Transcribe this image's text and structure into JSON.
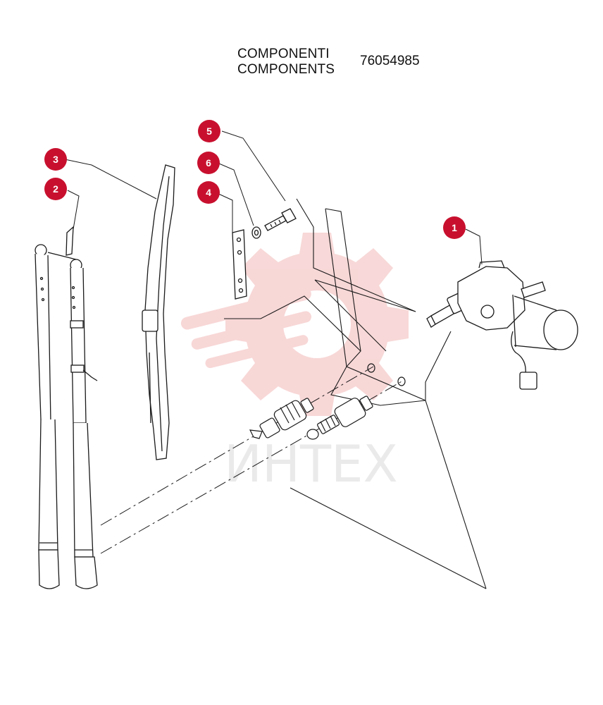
{
  "header": {
    "title_it": "COMPONENTI",
    "title_en": "COMPONENTS",
    "part_number": "76054985"
  },
  "callouts": [
    {
      "label": "1",
      "part": "wiper-motor"
    },
    {
      "label": "2",
      "part": "wiper-arm"
    },
    {
      "label": "3",
      "part": "wiper-blade"
    },
    {
      "label": "4",
      "part": "mounting-bracket"
    },
    {
      "label": "5",
      "part": "bolt"
    },
    {
      "label": "6",
      "part": "washer"
    }
  ],
  "watermark": {
    "text": "ИНТЕХ"
  },
  "colors": {
    "callout_fill": "#c8102e",
    "line": "#1a1a1a",
    "watermark": "#f4c4c4"
  }
}
